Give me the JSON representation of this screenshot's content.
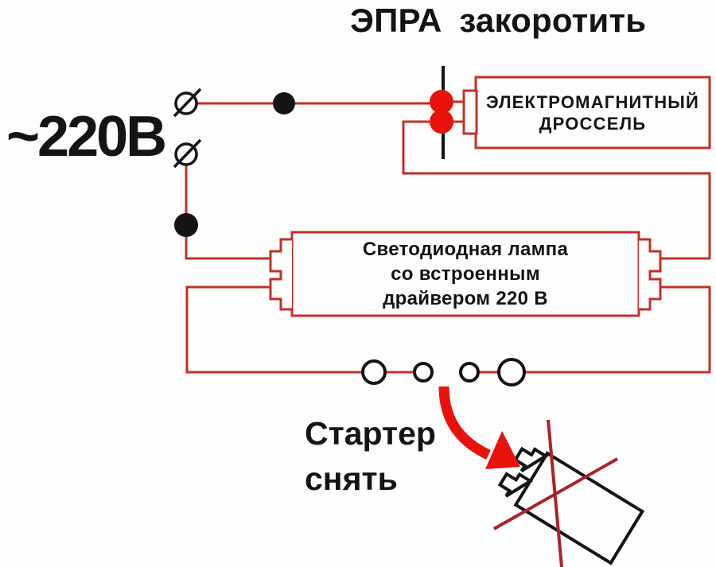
{
  "title": "ЭПРА закоротить",
  "source_voltage": "~220В",
  "choke": {
    "line1": "ЭЛЕКТРОМАГНИТНЫЙ",
    "line2": "ДРОССЕЛЬ"
  },
  "lamp": {
    "line1": "Светодиодная лампа",
    "line2": "со встроенным",
    "line3": "драйвером 220 В"
  },
  "starter_note": {
    "line1": "Стартер",
    "line2": "снять"
  },
  "colors": {
    "wire": "#c13128",
    "accent_red": "#e8120b",
    "cross_red": "#aa2328",
    "line_black": "#141414",
    "background": "#fdfdfd"
  }
}
